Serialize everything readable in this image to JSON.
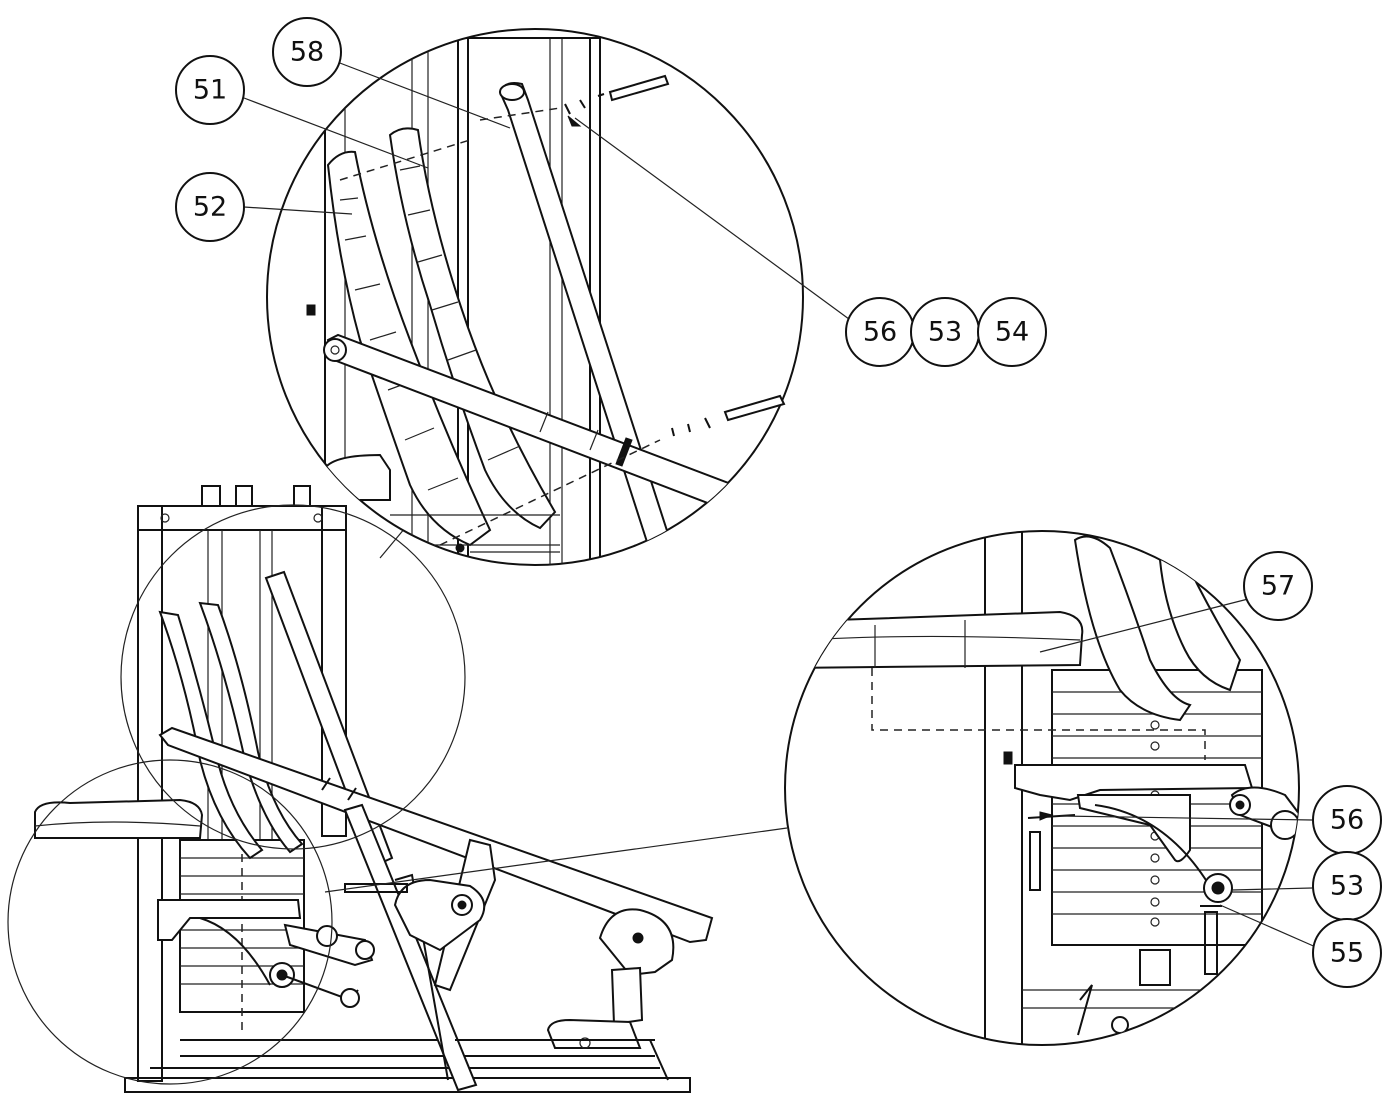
{
  "callouts": [
    {
      "id": "c58",
      "label": "58"
    },
    {
      "id": "c51",
      "label": "51"
    },
    {
      "id": "c52",
      "label": "52"
    },
    {
      "id": "c56a",
      "label": "56"
    },
    {
      "id": "c53a",
      "label": "53"
    },
    {
      "id": "c54",
      "label": "54"
    },
    {
      "id": "c57",
      "label": "57"
    },
    {
      "id": "c56b",
      "label": "56"
    },
    {
      "id": "c53b",
      "label": "53"
    },
    {
      "id": "c55",
      "label": "55"
    }
  ]
}
